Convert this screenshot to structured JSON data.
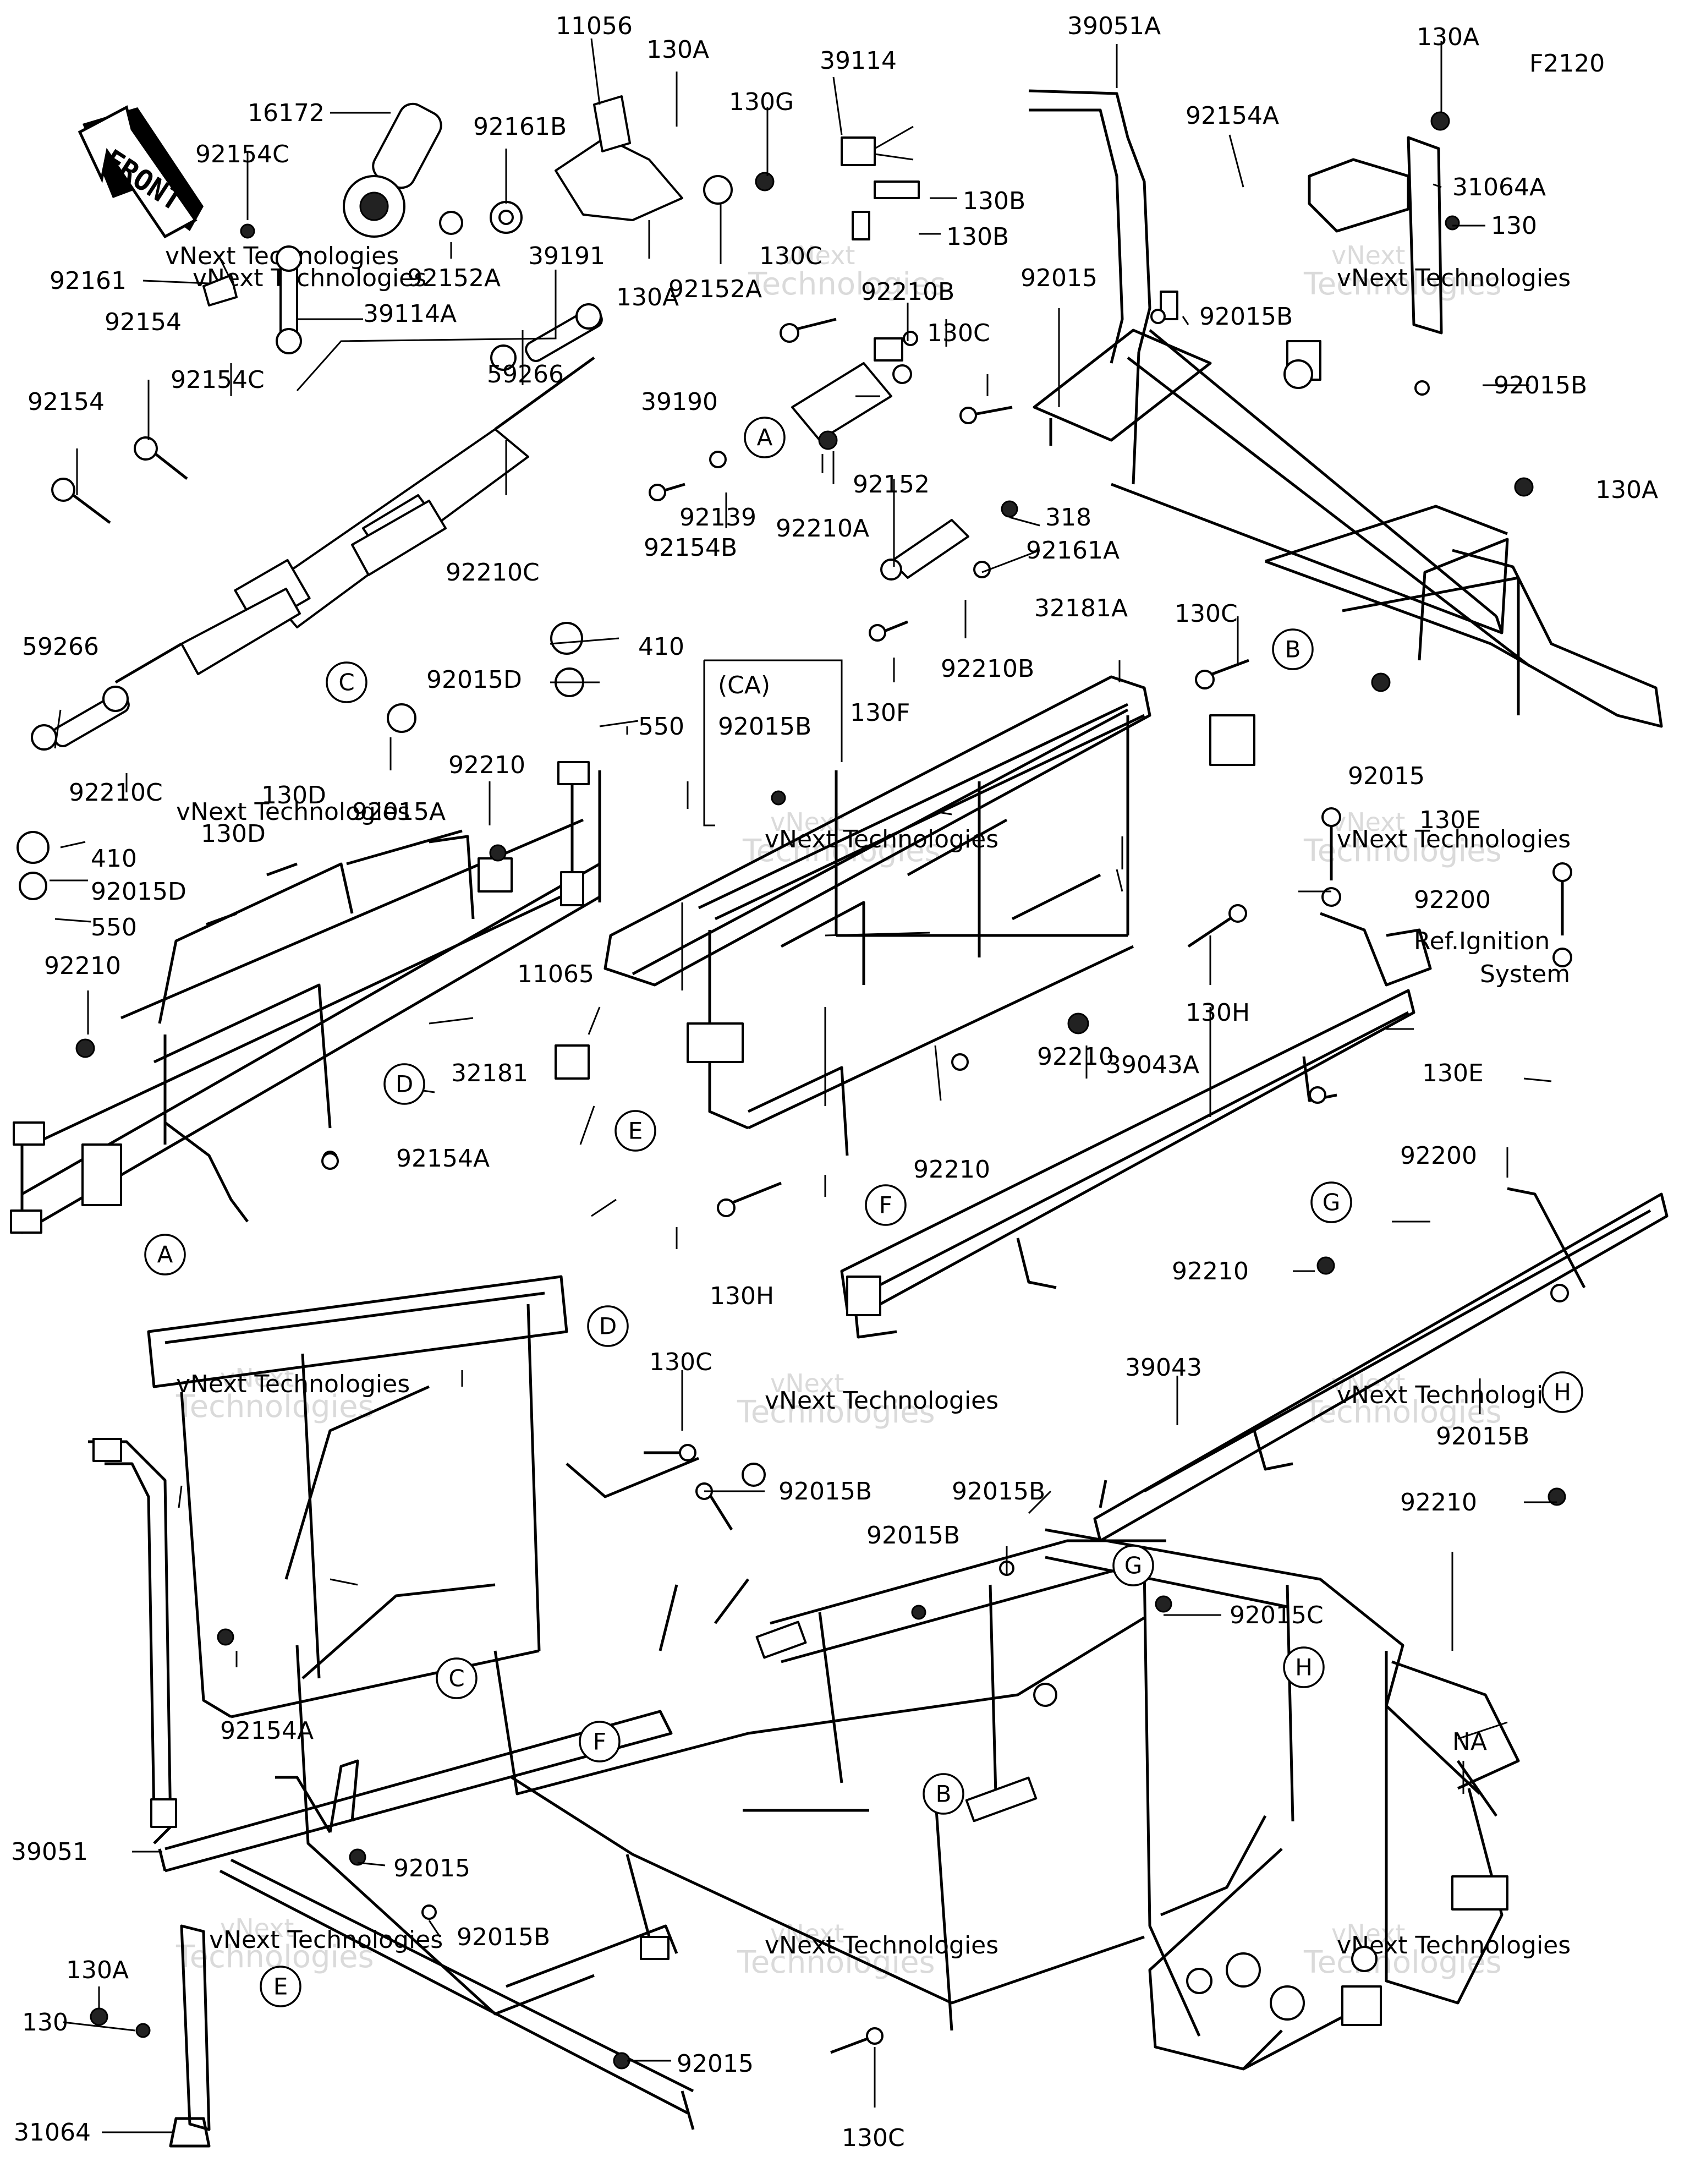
{
  "figure_id": "F2120",
  "front_arrow_label": "FRONT",
  "reference_note": [
    "Ref.Ignition",
    "System"
  ],
  "group_label": "(CA)",
  "watermark": [
    "vNext",
    "Technologies",
    "vNext Technologies"
  ],
  "labels": {
    "l11056": "11056",
    "l130A_top": "130A",
    "l39114": "39114",
    "l39051A": "39051A",
    "l130A_tr": "130A",
    "l16172": "16172",
    "l130G": "130G",
    "l92154A_top": "92154A",
    "l31064A": "31064A",
    "l92154C_a": "92154C",
    "l92161B": "92161B",
    "l130B_a": "130B",
    "l130_tr": "130",
    "l130B_b": "130B",
    "l92161": "92161",
    "l92152A_a": "92152A",
    "l39191": "39191",
    "l130A_mid": "130A",
    "l92152A_b": "92152A",
    "l130C_a": "130C",
    "l92210B_a": "92210B",
    "l92015_a": "92015",
    "l92015B_a": "92015B",
    "l39114A": "39114A",
    "l92154_a": "92154",
    "l92154C_b": "92154C",
    "l130C_b": "130C",
    "l92015B_b": "92015B",
    "l92154_b": "92154",
    "l59266_a": "59266",
    "l39190": "39190",
    "l130A_r": "130A",
    "l92152": "92152",
    "l92210C_a": "92210C",
    "l92154B": "92154B",
    "l92139": "92139",
    "l92210A": "92210A",
    "l318": "318",
    "l92161A": "92161A",
    "l32181A": "32181A",
    "l130C_c": "130C",
    "l410_a": "410",
    "l59266_b": "59266",
    "l92210B_b": "92210B",
    "l92015D_a": "92015D",
    "l92015B_c": "92015B",
    "l130F": "130F",
    "l550_a": "550",
    "l92015_b": "92015",
    "l130E_a": "130E",
    "l92210C_b": "92210C",
    "l92015A": "92015A",
    "l92210_a": "92210",
    "l130D_a": "130D",
    "l130D_b": "130D",
    "l410_b": "410",
    "l92015D_b": "92015D",
    "l92200_a": "92200",
    "l550_b": "550",
    "l92210_b": "92210",
    "l11065": "11065",
    "l130H_a": "130H",
    "l39043A": "39043A",
    "l92210_c": "92210",
    "l32181": "32181",
    "l130E_b": "130E",
    "l92154A_mid": "92154A",
    "l92200_b": "92200",
    "l92210_d": "92210",
    "l130H_b": "130H",
    "l92210_e": "92210",
    "l130C_d": "130C",
    "l39043": "39043",
    "l92015B_d": "92015B",
    "l92015B_e": "92015B",
    "l92015B_f": "92015B",
    "l92015B_g": "92015B",
    "l92015C": "92015C",
    "l92210_f": "92210",
    "l92154A_low": "92154A",
    "lNA": "NA",
    "l39051": "39051",
    "l92015_c": "92015",
    "l130A_low": "130A",
    "l92015B_h": "92015B",
    "l130_low": "130",
    "l92015_d": "92015",
    "l31064": "31064",
    "l130C_e": "130C"
  },
  "callouts": {
    "A1": "A",
    "A2": "A",
    "B1": "B",
    "B2": "B",
    "C1": "C",
    "C2": "C",
    "D1": "D",
    "D2": "D",
    "E1": "E",
    "E2": "E",
    "F1": "F",
    "F2": "F",
    "G1": "G",
    "G2": "G",
    "H1": "H",
    "H2": "H"
  }
}
